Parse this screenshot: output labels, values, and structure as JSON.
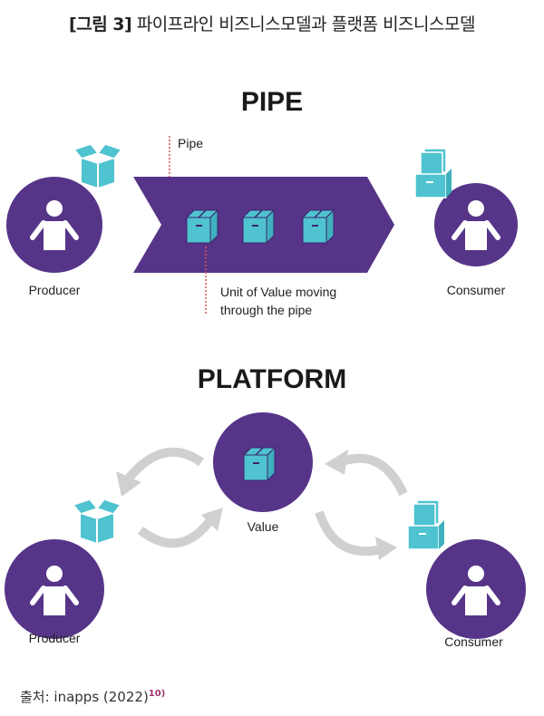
{
  "caption": {
    "prefix": "[그림 3]",
    "text": "파이프라인 비즈니스모델과 플랫폼 비즈니스모델"
  },
  "pipe_section": {
    "title": "PIPE",
    "pipe_label": "Pipe",
    "unit_label_line1": "Unit of Value moving",
    "unit_label_line2": "through the pipe",
    "producer_label": "Producer",
    "consumer_label": "Consumer",
    "box_count": 3
  },
  "platform_section": {
    "title": "PLATFORM",
    "value_label": "Value",
    "producer_label": "Producer",
    "consumer_label": "Consumer"
  },
  "source": {
    "text": "출처: inapps (2022)",
    "footnote": "10)"
  },
  "colors": {
    "purple": "#563589",
    "teal": "#4fc3cf",
    "arrow_gray": "#d0d0d0",
    "dotted_red": "#d9534f"
  }
}
